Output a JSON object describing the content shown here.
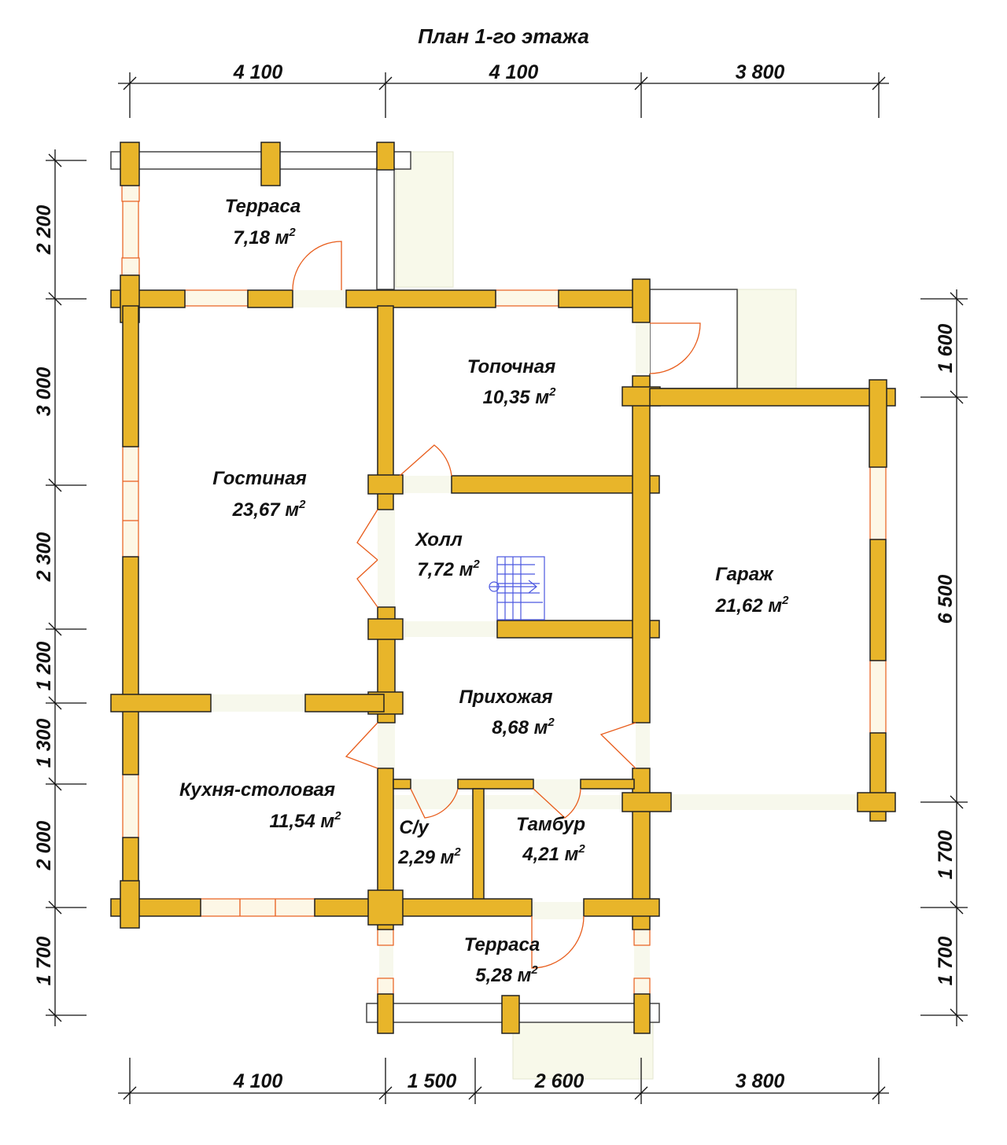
{
  "title": "План 1-го этажа",
  "area_unit": "м",
  "area_unit_sup": "2",
  "rooms": [
    {
      "id": "terrace-top",
      "name": "Терраса",
      "area": "7,18"
    },
    {
      "id": "boiler-room",
      "name": "Топочная",
      "area": "10,35"
    },
    {
      "id": "living-room",
      "name": "Гостиная",
      "area": "23,67"
    },
    {
      "id": "hall",
      "name": "Холл",
      "area": "7,72"
    },
    {
      "id": "garage",
      "name": "Гараж",
      "area": "21,62"
    },
    {
      "id": "hallway",
      "name": "Прихожая",
      "area": "8,68"
    },
    {
      "id": "kitchen-dining",
      "name": "Кухня-столовая",
      "area": "11,54"
    },
    {
      "id": "bathroom",
      "name": "С/у",
      "area": "2,29"
    },
    {
      "id": "vestibule",
      "name": "Тамбур",
      "area": "4,21"
    },
    {
      "id": "terrace-bottom",
      "name": "Терраса",
      "area": "5,28"
    }
  ],
  "dimensions": {
    "top": [
      "4 100",
      "4 100",
      "3 800"
    ],
    "bottom": [
      "4 100",
      "1 500",
      "2 600",
      "3 800"
    ],
    "left": [
      "2 200",
      "3 000",
      "2 300",
      "1 200",
      "1 300",
      "2 000",
      "1 700"
    ],
    "right": [
      "1 600",
      "6 500",
      "1 700",
      "1 700"
    ]
  },
  "colors": {
    "wall": "#e8b52a",
    "window_frame": "#e85d1c",
    "stair": "#4b57e0"
  }
}
